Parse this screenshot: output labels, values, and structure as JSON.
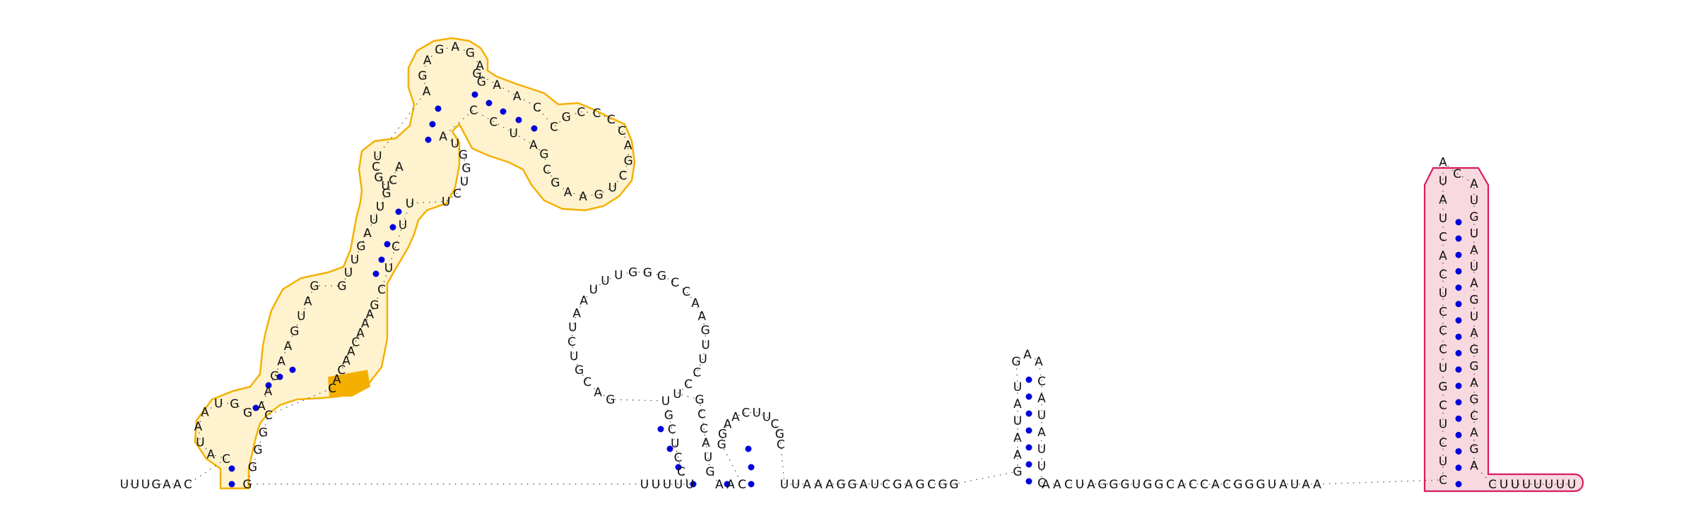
{
  "colors": {
    "nucleotide_text": "#111111",
    "base_pair_dot": "#0000dd",
    "highlight_gold_outline": "#f4b000",
    "highlight_gold_fill": "#fff3cf",
    "highlight_gold_solid": "#f4b000",
    "highlight_pink_outline": "#d81b60",
    "highlight_pink_fill": "#f9d9e0",
    "backbone": "#444444"
  },
  "segments": [
    {
      "id": "tail5",
      "bases": "UUUGAAC"
    },
    {
      "id": "h1_hp",
      "bases": "CAUAAUGG"
    },
    {
      "id": "h1_int5",
      "bases": "AAGAAGUAG"
    },
    {
      "id": "h1_stem5a",
      "bases": "GUUGAUUGCA"
    },
    {
      "id": "h1_stem5b",
      "bases": "UGCU"
    },
    {
      "id": "h1_hp2",
      "bases": "AGAGAGAG"
    },
    {
      "id": "h1_stem3b",
      "bases": "GAAC"
    },
    {
      "id": "h1_hp3",
      "bases": "CGCCCCAGCUGAAGCG"
    },
    {
      "id": "h1_stem3b2",
      "bases": "AUCC"
    },
    {
      "id": "h1_loop3",
      "bases": "AUGGUCU"
    },
    {
      "id": "h1_stem3a",
      "bases": "UUCUC"
    },
    {
      "id": "h1_int3",
      "bases": "GAAACAACAC"
    },
    {
      "id": "h1_stem3",
      "bases": "CGGGG"
    },
    {
      "id": "gap",
      "bases": "UUUUU"
    },
    {
      "id": "h2_stem5",
      "bases": "CCUCGU"
    },
    {
      "id": "h2_loop",
      "bases": "GACGUCUAAUUUGGGCCAAGUUCCU"
    },
    {
      "id": "h2_stem3",
      "bases": "GCCAUG"
    },
    {
      "id": "link1",
      "bases": "AAC"
    },
    {
      "id": "h3",
      "bases": "GGAACUUCGC"
    },
    {
      "id": "link2",
      "bases": "UUAAAGGAUCGAGCGG"
    },
    {
      "id": "h4",
      "bases": "GAAUAUGAACAUAUUC"
    },
    {
      "id": "link3",
      "bases": "AACUAGGGUGGCACCACGGGUAUAA"
    },
    {
      "id": "h5",
      "bases": "CUCUCGUCCCUCACUAUACAUGUAUAGUAGGAGCAGA"
    },
    {
      "id": "tail3",
      "bases": "CUUUUUUU"
    }
  ]
}
